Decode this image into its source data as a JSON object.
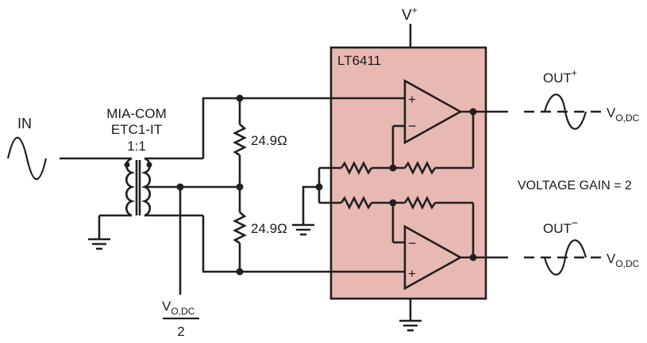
{
  "labels": {
    "vplus": "V",
    "vplus_sup": "+",
    "chip": "LT6411",
    "in": "IN",
    "transformer_line1": "MIA-COM",
    "transformer_line2": "ETC1-IT",
    "transformer_ratio": "1:1",
    "r_top": "24.9Ω",
    "r_bot": "24.9Ω",
    "out_plus": "OUT",
    "out_plus_sup": "+",
    "out_minus": "OUT",
    "out_minus_sup": "−",
    "vodc_main": "V",
    "vodc_sub": "O,DC",
    "vodc_main_2": "V",
    "vodc_sub_2": "O,DC",
    "bias_num_main": "V",
    "bias_num_sub": "O,DC",
    "bias_den": "2",
    "gain": "VOLTAGE GAIN = 2",
    "op_top_plus": "+",
    "op_top_minus": "−",
    "op_bot_minus": "−",
    "op_bot_plus": "+"
  },
  "colors": {
    "chip_fill": "#e8b9b3",
    "ink": "#231f20"
  }
}
